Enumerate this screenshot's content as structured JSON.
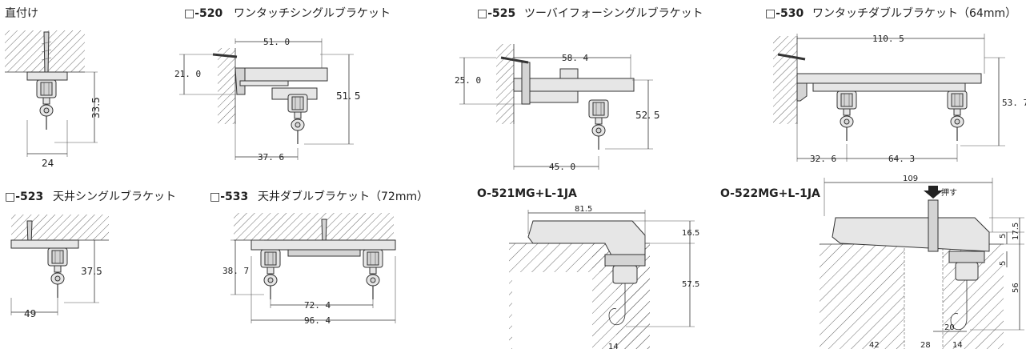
{
  "sections": [
    {
      "id": "direct",
      "title": "直付け",
      "dims": {
        "h": "33.5",
        "w": "24"
      }
    },
    {
      "id": "b520",
      "code": "□-520",
      "title": "ワンタッチシングルブラケット",
      "dims": {
        "w": "51. 0",
        "h": "21. 0",
        "v": "51. 5",
        "b": "37. 6"
      }
    },
    {
      "id": "b525",
      "code": "□-525",
      "title": "ツーバイフォーシングルブラケット",
      "dims": {
        "w": "58. 4",
        "h": "25. 0",
        "v": "52. 5",
        "b": "45. 0"
      }
    },
    {
      "id": "b530",
      "code": "□-530",
      "title": "ワンタッチダブルブラケット（64mm）",
      "dims": {
        "w": "110. 5",
        "v": "53. 7",
        "b1": "32. 6",
        "b2": "64. 3"
      }
    },
    {
      "id": "b523",
      "code": "□-523",
      "title": "天井シングルブラケット",
      "dims": {
        "v": "37.5",
        "w": "49"
      }
    },
    {
      "id": "b533",
      "code": "□-533",
      "title": "天井ダブルブラケット（72mm）",
      "dims": {
        "v": "38. 7",
        "b1": "72. 4",
        "b2": "96. 4"
      }
    },
    {
      "id": "o521",
      "code": "O-521MG+L-1JA",
      "title": "",
      "dims": {
        "w": "81.5",
        "h1": "16.5",
        "h2": "57.5",
        "b": "14"
      }
    },
    {
      "id": "o522",
      "code": "O-522MG+L-1JA",
      "title": "",
      "push": "押す",
      "dims": {
        "w": "109",
        "h1": "5",
        "h2": "17.5",
        "h3": "5",
        "v": "56",
        "a": "20",
        "b1": "42",
        "b2": "28",
        "b3": "14"
      }
    }
  ]
}
